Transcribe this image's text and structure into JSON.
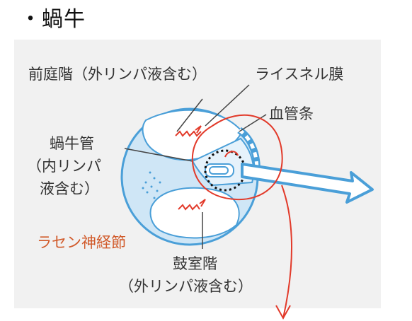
{
  "title": "・蝸牛",
  "labels": {
    "vestibuli": "前庭階（外リンパ液含む）",
    "reissner": "ライスネル膜",
    "stria": "血管条",
    "duct_line1": "蝸牛管",
    "duct_line2": "（内リンパ",
    "duct_line3": "液含む）",
    "ganglion": "ラセン神経節",
    "tympani_line1": "鼓室階",
    "tympani_line2": "（外リンパ液含む）"
  },
  "colors": {
    "panel": "#f1f1f1",
    "cochlea_fill": "#cfe6f6",
    "cochlea_stroke": "#4a9fd8",
    "ganglion_text": "#d15a2a",
    "annotation_red": "#e23a2a"
  }
}
